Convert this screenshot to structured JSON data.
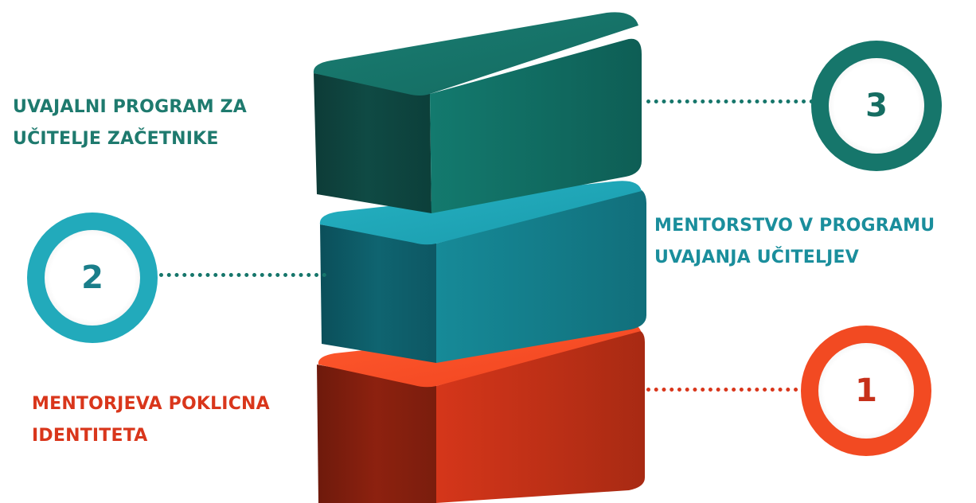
{
  "colors": {
    "teal_dark": "#16766b",
    "cyan": "#22aabb",
    "orange": "#f24a22",
    "label_teal": "#1e7a6e",
    "label_cyan": "#1a8e9c",
    "label_orange": "#d9361b",
    "number_teal": "#156d62",
    "number_cyan": "#1a7e8a",
    "number_orange": "#c6301a"
  },
  "levels": [
    {
      "number": "1",
      "label_lines": [
        "MENTORJEVA POKLICNA",
        "IDENTITETA"
      ]
    },
    {
      "number": "2",
      "label_lines": [
        "MENTORSTVO V PROGRAMU",
        "UVAJANJA UČITELJEV"
      ]
    },
    {
      "number": "3",
      "label_lines": [
        "UVAJALNI PROGRAM ZA",
        "UČITELJE ZAČETNIKE"
      ]
    }
  ]
}
